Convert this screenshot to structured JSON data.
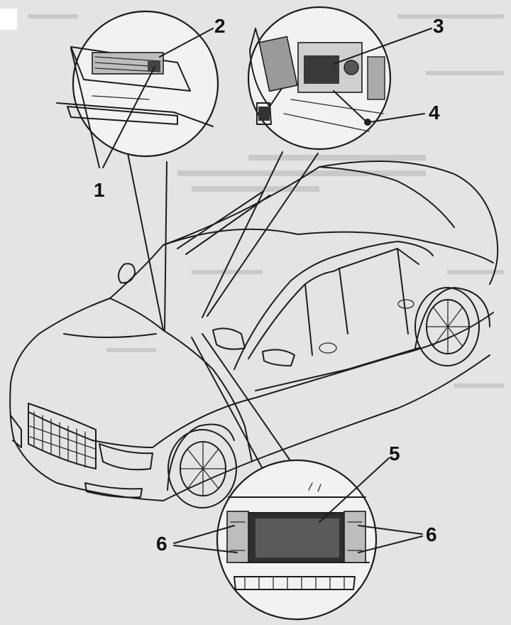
{
  "callouts": [
    "1",
    "2",
    "3",
    "4",
    "5",
    "6",
    "6"
  ],
  "colors": {
    "paper": "#e4e4e4",
    "ink": "#1c1c1c",
    "bubble": "#f2f2f2"
  }
}
